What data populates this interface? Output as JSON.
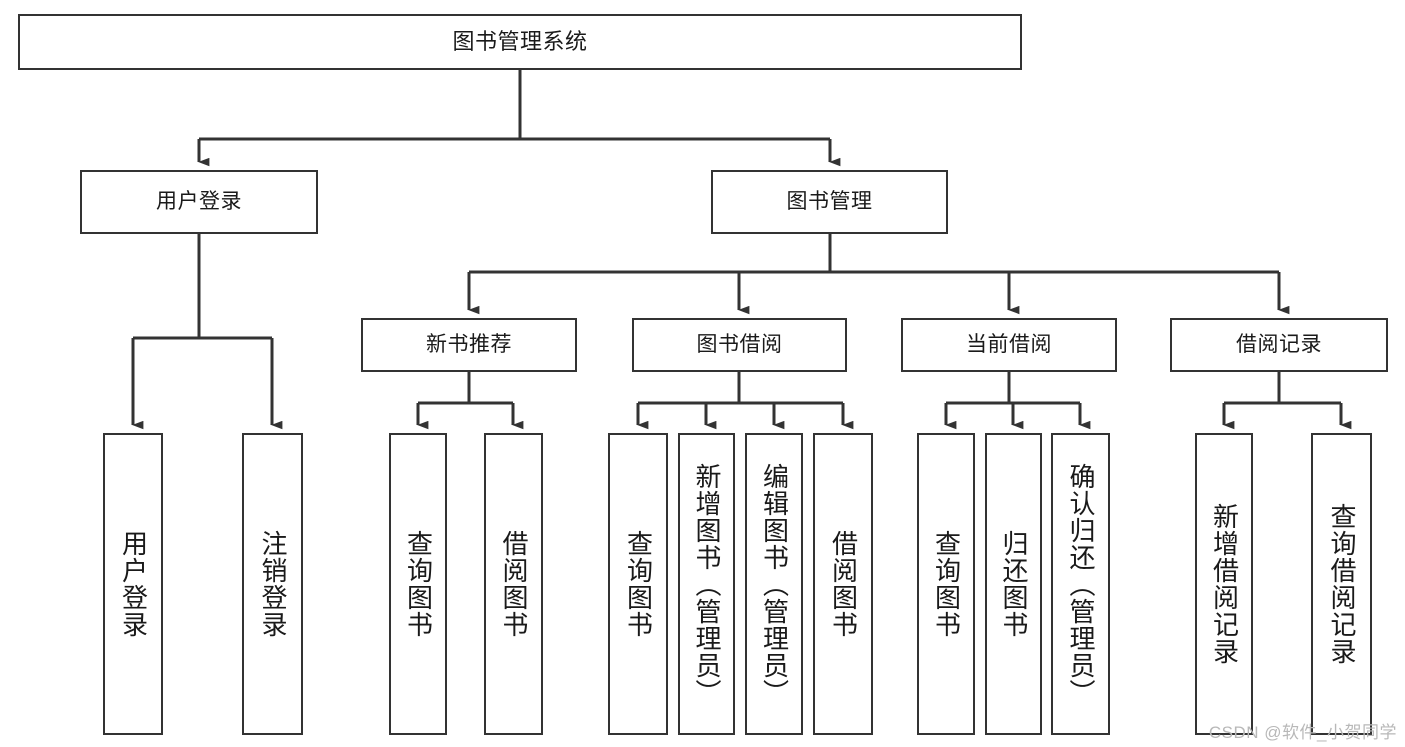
{
  "diagram": {
    "title": "图书管理系统",
    "watermark": "CSDN @软件_小贺同学",
    "stroke_color": "#333333",
    "text_color": "#1a1a1a",
    "background_color": "#ffffff",
    "levels": {
      "root": "图书管理系统",
      "level2": [
        "用户登录",
        "图书管理"
      ],
      "level3": [
        "新书推荐",
        "图书借阅",
        "当前借阅",
        "借阅记录"
      ]
    },
    "nodes": {
      "root": "图书管理系统",
      "user_login": "用户登录",
      "book_manage": "图书管理",
      "new_book_rec": "新书推荐",
      "book_borrow": "图书借阅",
      "current_borrow": "当前借阅",
      "borrow_record": "借阅记录",
      "leaf_user_login": "用户登录",
      "leaf_logout": "注销登录",
      "leaf_nbr_query": "查询图书",
      "leaf_nbr_borrow": "借阅图书",
      "leaf_bb_query": "查询图书",
      "leaf_bb_add": "新增图书（管理员）",
      "leaf_bb_edit": "编辑图书（管理员）",
      "leaf_bb_borrow": "借阅图书",
      "leaf_cb_query": "查询图书",
      "leaf_cb_return": "归还图书",
      "leaf_cb_confirm": "确认归还（管理员）",
      "leaf_br_add": "新增借阅记录",
      "leaf_br_query": "查询借阅记录"
    }
  }
}
